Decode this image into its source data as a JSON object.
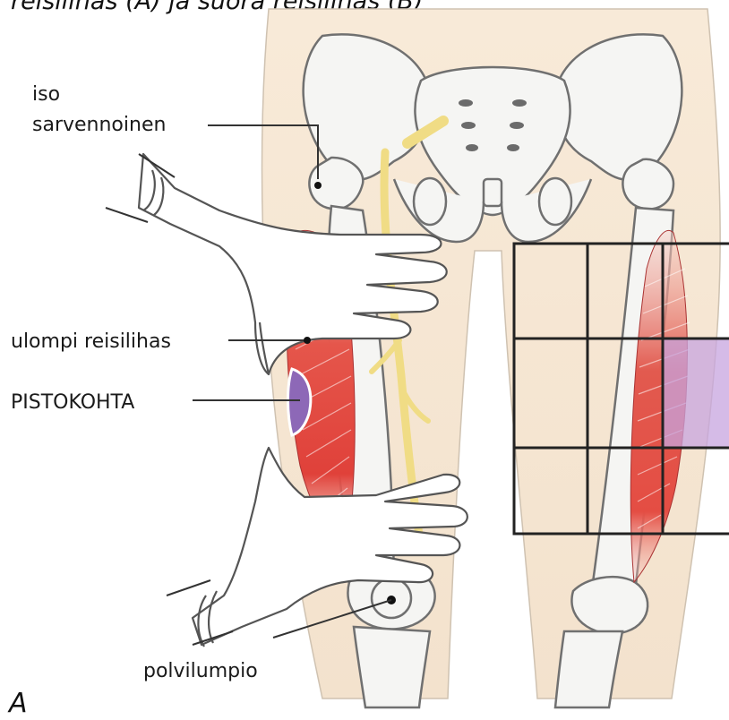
{
  "caption": "reisilihas (A) ja suora reisilihas (B)",
  "figure_letter": "A",
  "labels": {
    "trochanter_line1": "iso",
    "trochanter_line2": "sarvennoinen",
    "vastus_lateralis": "ulompi reisilihas",
    "injection_site": "PISTOKOHTA",
    "patella": "polvilumpio"
  },
  "colors": {
    "skin": "#f7e7d4",
    "bone": "#f4f4f2",
    "bone_outline": "#6b6b6b",
    "nerve": "#f3e08a",
    "muscle": "#e0413a",
    "injection_area": "#8d68b7",
    "grid_highlight": "#c7a4df",
    "grid_line": "#222222"
  }
}
